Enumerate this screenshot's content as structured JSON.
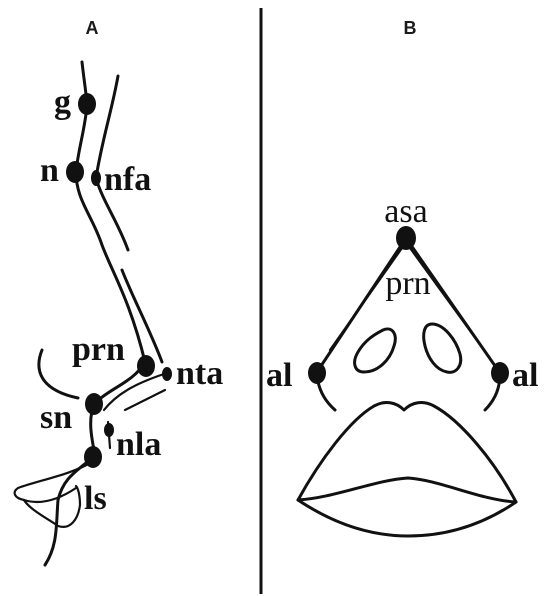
{
  "panels": {
    "a": {
      "label": "A"
    },
    "b": {
      "label": "B"
    }
  },
  "landmarks_a": {
    "g": "g",
    "n": "n",
    "nfa": "nfa",
    "prn": "prn",
    "nta": "nta",
    "sn": "sn",
    "nla": "nla",
    "ls": "ls"
  },
  "landmarks_b": {
    "asa": "asa",
    "prn": "prn",
    "al_left": "al",
    "al_right": "al"
  }
}
